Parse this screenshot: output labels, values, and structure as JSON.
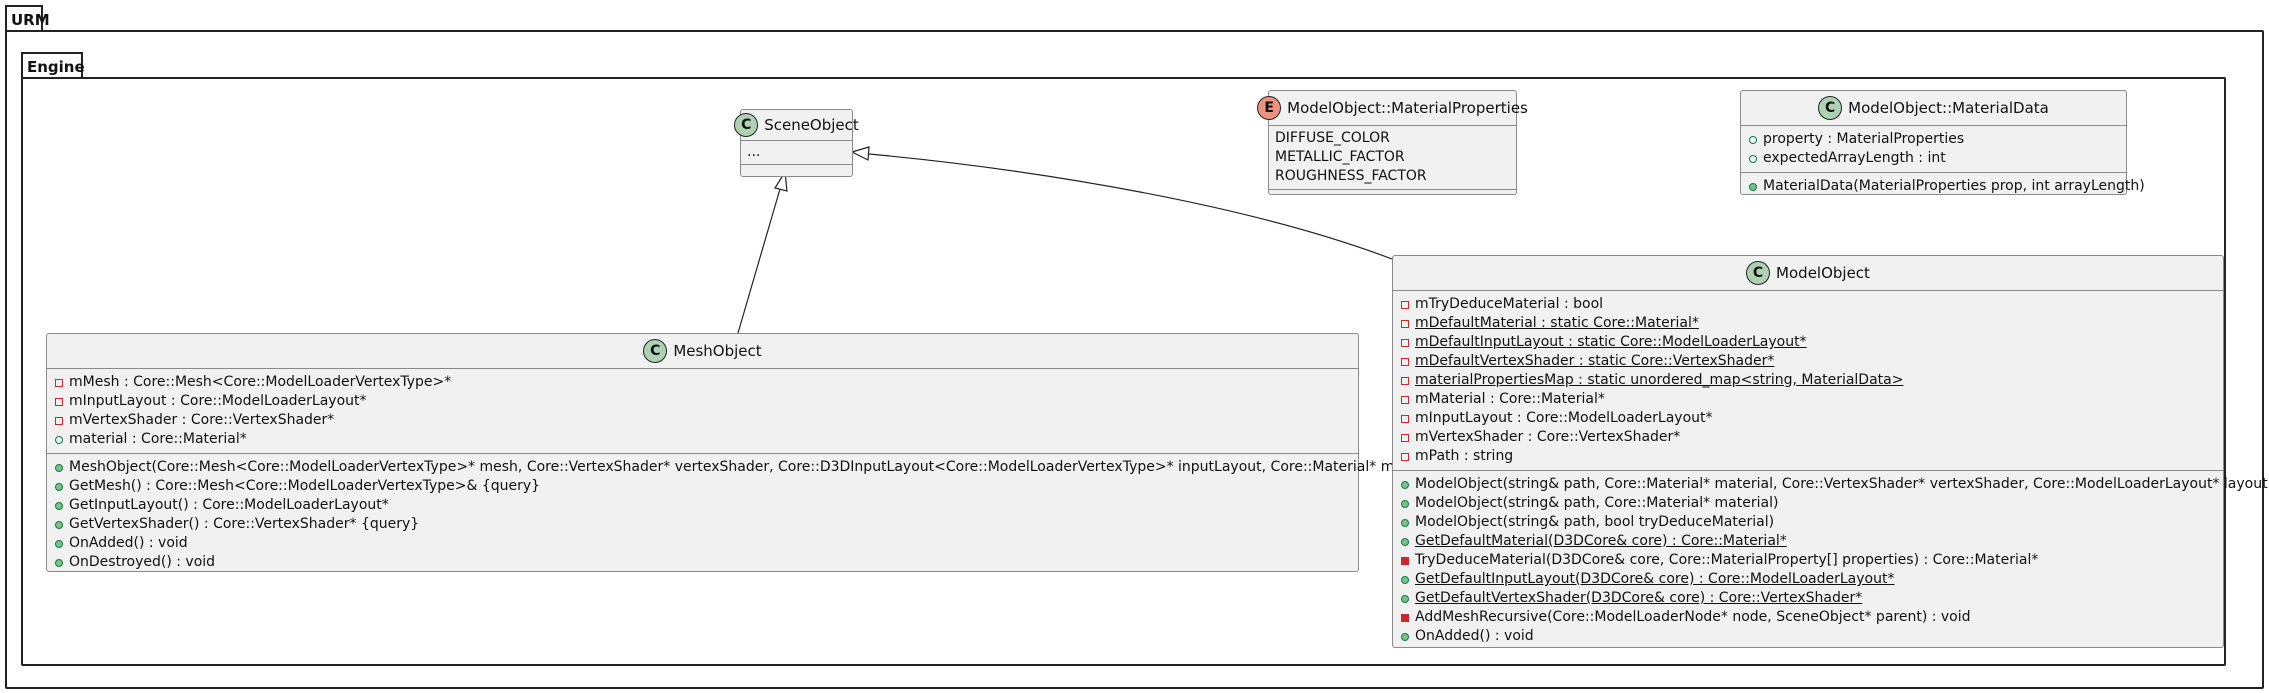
{
  "packages": {
    "outer": "URM",
    "inner": "Engine"
  },
  "classes": {
    "scene_object": {
      "stereotype": "C",
      "name": "SceneObject",
      "fields": [
        "..."
      ]
    },
    "material_properties": {
      "stereotype": "E",
      "name": "ModelObject::MaterialProperties",
      "values": [
        "DIFFUSE_COLOR",
        "METALLIC_FACTOR",
        "ROUGHNESS_FACTOR"
      ]
    },
    "material_data": {
      "stereotype": "C",
      "name": "ModelObject::MaterialData",
      "fields": [
        "property : MaterialProperties",
        "expectedArrayLength : int"
      ],
      "methods": [
        "MaterialData(MaterialProperties prop, int arrayLength)"
      ]
    },
    "mesh_object": {
      "stereotype": "C",
      "name": "MeshObject",
      "fields": [
        "mMesh : Core::Mesh<Core::ModelLoaderVertexType>*",
        "mInputLayout : Core::ModelLoaderLayout*",
        "mVertexShader : Core::VertexShader*",
        "material : Core::Material*"
      ],
      "methods": [
        "MeshObject(Core::Mesh<Core::ModelLoaderVertexType>* mesh, Core::VertexShader* vertexShader, Core::D3DInputLayout<Core::ModelLoaderVertexType>* inputLayout, Core::Material* material)",
        "GetMesh() : Core::Mesh<Core::ModelLoaderVertexType>& {query}",
        "GetInputLayout() : Core::ModelLoaderLayout*",
        "GetVertexShader() : Core::VertexShader* {query}",
        "OnAdded() : void",
        "OnDestroyed() : void"
      ]
    },
    "model_object": {
      "stereotype": "C",
      "name": "ModelObject",
      "fields": [
        "mTryDeduceMaterial : bool",
        "mDefaultMaterial : static Core::Material*",
        "mDefaultInputLayout : static Core::ModelLoaderLayout*",
        "mDefaultVertexShader : static Core::VertexShader*",
        "materialPropertiesMap : static unordered_map<string, MaterialData>",
        "mMaterial : Core::Material*",
        "mInputLayout : Core::ModelLoaderLayout*",
        "mVertexShader : Core::VertexShader*",
        "mPath : string"
      ],
      "methods": [
        "ModelObject(string& path, Core::Material* material, Core::VertexShader* vertexShader, Core::ModelLoaderLayout* layout)",
        "ModelObject(string& path, Core::Material* material)",
        "ModelObject(string& path, bool tryDeduceMaterial)",
        "GetDefaultMaterial(D3DCore& core) : Core::Material*",
        "TryDeduceMaterial(D3DCore& core, Core::MaterialProperty[] properties) : Core::Material*",
        "GetDefaultInputLayout(D3DCore& core) : Core::ModelLoaderLayout*",
        "GetDefaultVertexShader(D3DCore& core) : Core::VertexShader*",
        "AddMeshRecursive(Core::ModelLoaderNode* node, SceneObject* parent) : void",
        "OnAdded() : void"
      ]
    }
  }
}
